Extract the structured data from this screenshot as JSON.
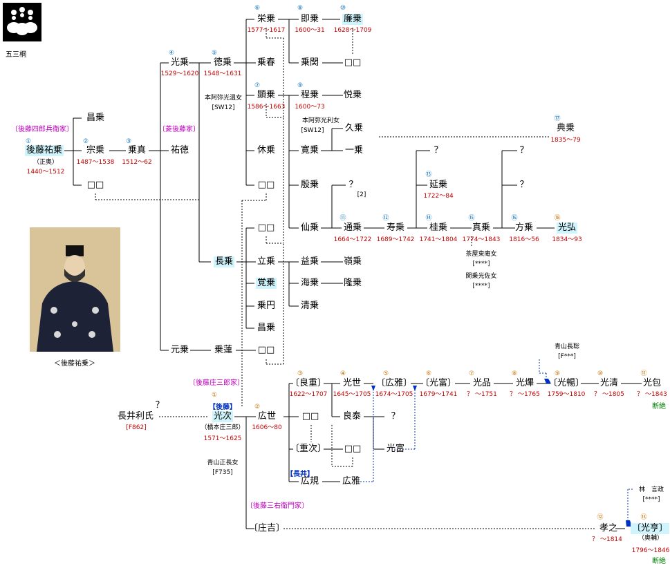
{
  "crest_caption": "五三桐",
  "portrait_caption": "＜後藤祐乗＞",
  "houses": {
    "shirobei": "〔後藤四郎兵衛家〕",
    "ryo": "〔菱後藤家〕",
    "shozaburo": "〔後藤庄三郎家〕",
    "sanemon": "〔後藤三右衛門家〕"
  },
  "persons": {
    "yujo": {
      "name": "後藤祐乗",
      "num": "①",
      "sub": "（正奥）",
      "date": "1440〜1512"
    },
    "shojo": {
      "name": "昌乗"
    },
    "sojo": {
      "name": "宗乗",
      "num": "②",
      "date": "1487〜1538"
    },
    "joshin": {
      "name": "乗真",
      "num": "③",
      "date": "1512〜62"
    },
    "sq1": {
      "name": "□□"
    },
    "kojo": {
      "name": "光乗",
      "num": "④",
      "date": "1529〜1620"
    },
    "yutoku": {
      "name": "祐徳"
    },
    "genjo": {
      "name": "元乗"
    },
    "tokujo": {
      "name": "徳乗",
      "num": "⑤",
      "date": "1548〜1631"
    },
    "chojo": {
      "name": "長乗"
    },
    "joren": {
      "name": "乗蓮"
    },
    "eijo": {
      "name": "栄乗",
      "num": "⑥",
      "date": "1577〜1617"
    },
    "joshun": {
      "name": "乗春"
    },
    "kenjo": {
      "name": "顕乗",
      "num": "⑦",
      "date": "1586〜1663"
    },
    "kyujo": {
      "name": "休乗"
    },
    "sq2": {
      "name": "□□"
    },
    "sq3": {
      "name": "□□"
    },
    "ritsujo": {
      "name": "立乗"
    },
    "kanjo": {
      "name": "覚乗"
    },
    "joen": {
      "name": "乗円"
    },
    "shojo2": {
      "name": "昌乗"
    },
    "sq4": {
      "name": "□□"
    },
    "sokujo": {
      "name": "即乗",
      "num": "⑧",
      "date": "1600〜31"
    },
    "renjo": {
      "name": "廉乗",
      "num": "⑩",
      "date": "1628〜1709"
    },
    "jokan": {
      "name": "乗関"
    },
    "sq5": {
      "name": "□□"
    },
    "teijo": {
      "name": "程乗",
      "num": "⑨",
      "date": "1600〜73"
    },
    "etsujo": {
      "name": "悦乗"
    },
    "kanjo2": {
      "name": "寛乗"
    },
    "kujo": {
      "name": "久乗"
    },
    "ichijo": {
      "name": "一乗"
    },
    "tenjo": {
      "name": "典乗",
      "num": "⑰",
      "date": "1835〜79"
    },
    "ginjo": {
      "name": "殷乗"
    },
    "q1": {
      "name": "？",
      "note": "[2]"
    },
    "senjo": {
      "name": "仙乗"
    },
    "tsujo": {
      "name": "通乗",
      "num": "⑪",
      "date": "1664〜1722"
    },
    "jujo": {
      "name": "寿乗",
      "num": "⑫",
      "date": "1689〜1742"
    },
    "keijo": {
      "name": "桂乗",
      "num": "⑭",
      "date": "1741〜1804"
    },
    "enjo": {
      "name": "延乗",
      "num": "⑬",
      "date": "1722〜84"
    },
    "q2": {
      "name": "？"
    },
    "shinjo": {
      "name": "真乗",
      "num": "⑮",
      "date": "1774〜1843"
    },
    "hojo": {
      "name": "方乗",
      "num": "⑯",
      "date": "1816〜56"
    },
    "q3": {
      "name": "？"
    },
    "q4": {
      "name": "？"
    },
    "kohiro": {
      "name": "光弘",
      "num": "⑱",
      "date": "1834〜93"
    },
    "ekijo": {
      "name": "益乗"
    },
    "ganjo": {
      "name": "嶺乗"
    },
    "kaijo": {
      "name": "海乗"
    },
    "ryujo": {
      "name": "隆乗"
    },
    "seijo": {
      "name": "清乗"
    },
    "nagai": {
      "name": "長井利氏",
      "note": "[F862]"
    },
    "q5": {
      "name": "？"
    },
    "mitsutsugu": {
      "name": "光次",
      "num": "①",
      "tag": "【後藤】",
      "sub": "（橘本庄三郎）",
      "date": "1571〜1625"
    },
    "hiroyo": {
      "name": "広世",
      "num": "②",
      "date": "1606〜80"
    },
    "ryoju": {
      "name": "〔良重〕",
      "num": "③",
      "date": "1622〜1707"
    },
    "mitsuyo": {
      "name": "光世",
      "num": "④",
      "date": "1645〜1705"
    },
    "ryotai": {
      "name": "良泰"
    },
    "hiromasa": {
      "name": "〔広雅〕",
      "num": "⑤",
      "date": "1674〜1705"
    },
    "q6": {
      "name": "？"
    },
    "mitsutomi": {
      "name": "〔光富〕",
      "num": "⑥",
      "date": "1679〜1741"
    },
    "mitsutomi2": {
      "name": "光富"
    },
    "mitsushina": {
      "name": "光品",
      "num": "⑦",
      "date": "？ 〜1751"
    },
    "kohaku": {
      "name": "光熚",
      "num": "⑧",
      "date": "？ 〜1765"
    },
    "koyo": {
      "name": "〔光暢〕",
      "num": "⑨",
      "date": "1759〜1810"
    },
    "kosei": {
      "name": "光清",
      "num": "⑩",
      "date": "？ 〜1805"
    },
    "koho": {
      "name": "光包",
      "num": "⑪",
      "date": "？ 〜1843"
    },
    "sq6": {
      "name": "□□"
    },
    "jyuji": {
      "name": "〔重次〕"
    },
    "sq7": {
      "name": "□□"
    },
    "hironori": {
      "name": "広規",
      "tag": "【長井】"
    },
    "hiromasa2": {
      "name": "広雅"
    },
    "shokichi": {
      "name": "〔庄吉〕"
    },
    "koshi": {
      "name": "孝之",
      "num": "⑫",
      "date": "？ 〜1814"
    },
    "koko": {
      "name": "〔光亨〕",
      "num": "⑬",
      "sub": "（奥輔）",
      "date": "1796〜1846"
    }
  },
  "notes": {
    "honami1": "本阿弥光温女",
    "honami1_id": "[SW12]",
    "honami2": "本阿弥光利女",
    "honami2_id": "[SW12]",
    "chaya": "茶屋東庵女",
    "chaya_id": "[****]",
    "sekiya": "関乗光佐女",
    "sekiya_id": "[****]",
    "aoyama_nagata": "青山長聡",
    "aoyama_nagata_id": "[F***]",
    "aoyama_sei": "青山正長女",
    "aoyama_sei_id": "[F735]",
    "hayashi": "林　言政",
    "hayashi_id": "[****]",
    "danzetsu1": "断絶",
    "danzetsu2": "断絶"
  }
}
